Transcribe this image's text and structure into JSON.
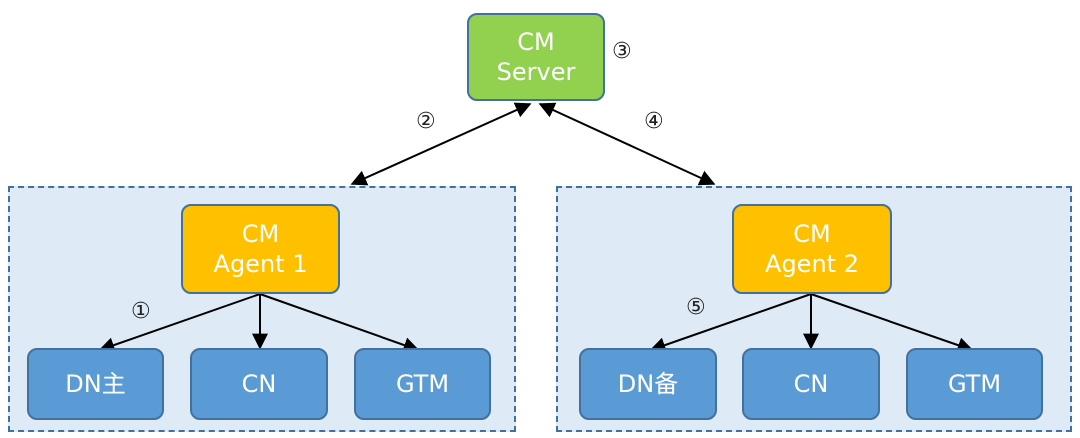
{
  "server": {
    "line1": "CM",
    "line2": "Server"
  },
  "agent1": {
    "line1": "CM",
    "line2": "Agent 1"
  },
  "agent2": {
    "line1": "CM",
    "line2": "Agent 2"
  },
  "group1": {
    "nodes": [
      "DN主",
      "CN",
      "GTM"
    ]
  },
  "group2": {
    "nodes": [
      "DN备",
      "CN",
      "GTM"
    ]
  },
  "steps": {
    "s1": "①",
    "s2": "②",
    "s3": "③",
    "s4": "④",
    "s5": "⑤"
  },
  "colors": {
    "server": "#92d050",
    "agent": "#ffc000",
    "node": "#5b9bd5",
    "border": "#41719c",
    "group_bg": "#deebf7"
  }
}
